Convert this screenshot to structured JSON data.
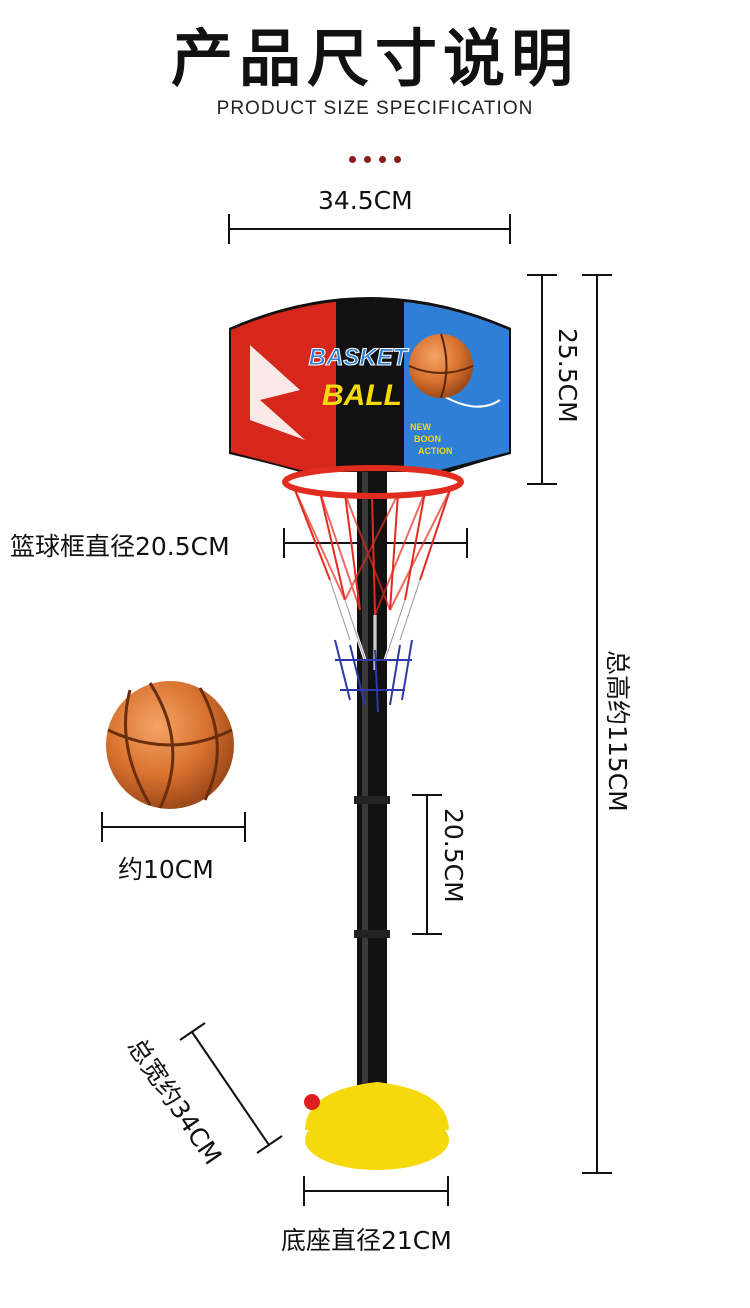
{
  "header": {
    "title": "产品尺寸说明",
    "subtitle": "PRODUCT SIZE SPECIFICATION",
    "dot_color": "#8b1a1a"
  },
  "backboard": {
    "brand_line1": "BASKET",
    "brand_line2": "BALL",
    "slogan": [
      "NEW",
      "BOON",
      "ACTION"
    ],
    "colors": {
      "red": "#d7261c",
      "blue": "#2f7fd6",
      "black": "#111111",
      "rim": "#e22c1f",
      "base": "#f5d90a"
    }
  },
  "dimensions": {
    "backboard_width": "34.5CM",
    "backboard_height": "25.5CM",
    "rim_diameter": "篮球框直径20.5CM",
    "total_height": "总高约115CM",
    "ball_size": "约10CM",
    "pole_segment": "20.5CM",
    "total_width": "总宽约34CM",
    "base_diameter": "底座直径21CM"
  }
}
